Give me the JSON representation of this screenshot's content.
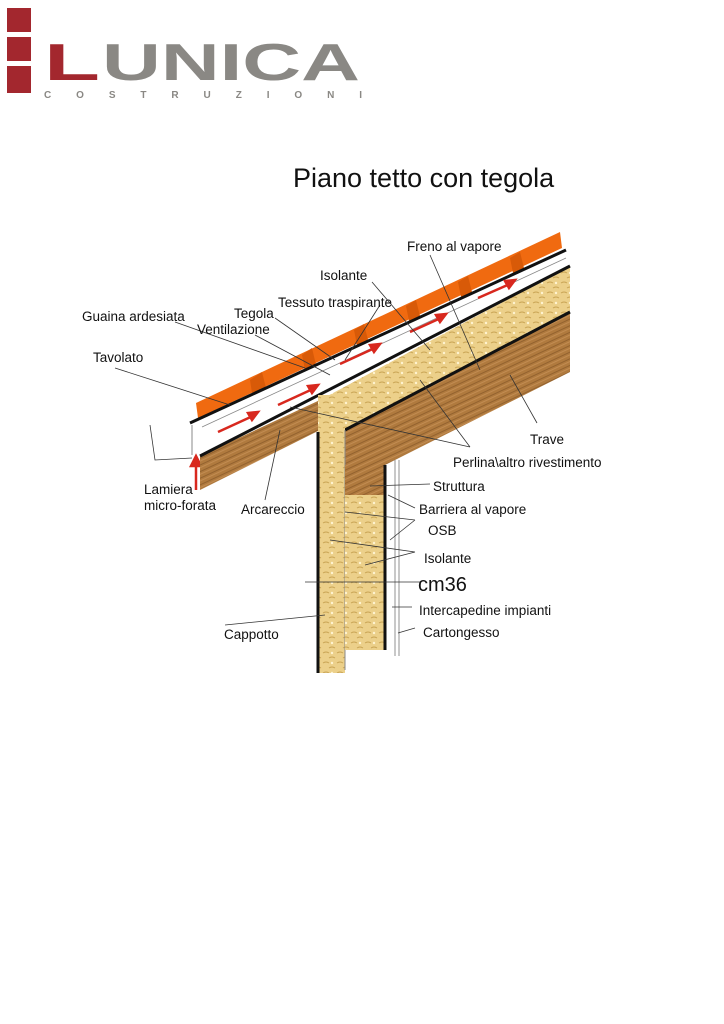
{
  "logo": {
    "brand": "LUNICA",
    "subtitle": "COSTRUZIONI",
    "colors": {
      "red": "#a3272e",
      "gray": "#8a8884"
    }
  },
  "title": "Piano tetto con tegola",
  "labels": {
    "freno_al_vapore": "Freno al vapore",
    "isolante_top": "Isolante",
    "tessuto_traspirante": "Tessuto traspirante",
    "guaina_ardesiata": "Guaina ardesiata",
    "tegola": "Tegola",
    "ventilazione": "Ventilazione",
    "tavolato": "Tavolato",
    "trave": "Trave",
    "perlina": "Perlina\\altro rivestimento",
    "lamiera_1": "Lamiera",
    "lamiera_2": "micro-forata",
    "arcareccio": "Arcareccio",
    "struttura": "Struttura",
    "barriera": "Barriera al vapore",
    "osb": "OSB",
    "isolante_wall": "Isolante",
    "thickness": "cm36",
    "intercapedine": "Intercapedine impianti",
    "cappotto": "Cappotto",
    "cartongesso": "Cartongesso"
  },
  "colors": {
    "tile": "#f06a10",
    "wood": "#b07a3e",
    "insulation": "#ecd08a",
    "arrow": "#d8281e"
  }
}
